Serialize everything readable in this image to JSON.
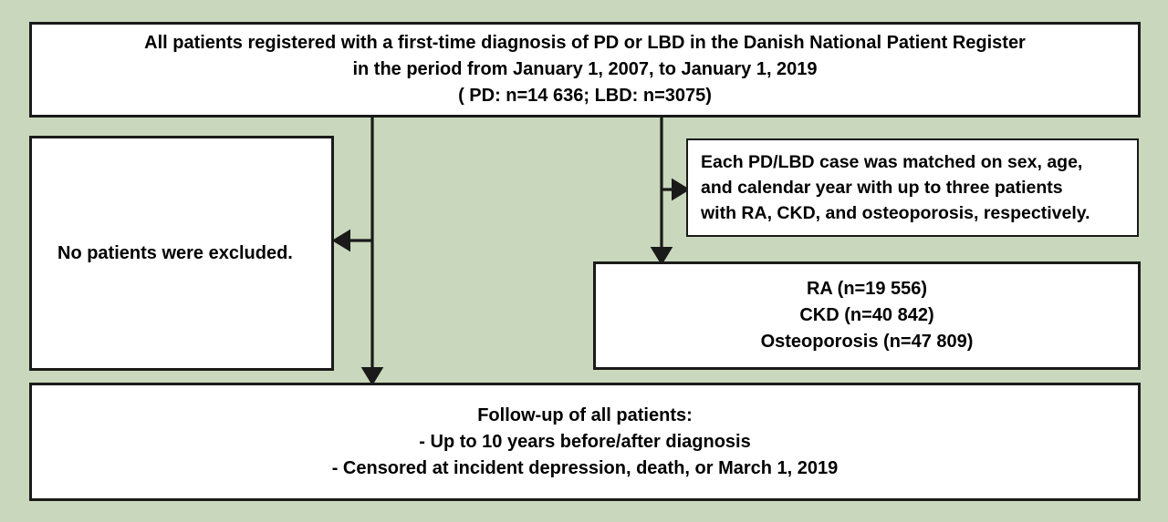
{
  "figure": {
    "type": "flowchart",
    "background_color": "#c9d8bc",
    "box_fill": "#ffffff",
    "box_border_color": "#1a1a1a"
  },
  "nodes": {
    "cohort": {
      "name": "source-population",
      "lines": [
        "All patients registered with a first-time diagnosis of PD or LBD in the Danish National Patient Register",
        "in the period from January 1, 2007, to January 1, 2019",
        "( PD: n=14 636; LBD: n=3075)"
      ]
    },
    "excluded": {
      "name": "exclusions",
      "lines": [
        "No patients were excluded."
      ]
    },
    "matching": {
      "name": "matching-description",
      "lines": [
        "Each PD/LBD case was matched on sex, age,",
        "and calendar year with up to three patients",
        "with RA, CKD, and osteoporosis, respectively."
      ]
    },
    "comparators": {
      "name": "comparator-cohorts",
      "lines": [
        "RA (n=19 556)",
        "CKD (n=40 842)",
        "Osteoporosis (n=47 809)"
      ]
    },
    "followup": {
      "name": "follow-up",
      "lines": [
        "Follow-up of all patients:",
        "- Up to 10 years before/after diagnosis",
        "- Censored at incident depression, death, or March 1, 2019"
      ]
    }
  },
  "chart_data": {
    "type": "table",
    "title": "Study flow diagram",
    "counts": [
      {
        "label": "PD",
        "n": 14636,
        "n_text": "n=14 636"
      },
      {
        "label": "LBD",
        "n": 3075,
        "n_text": "n=3075"
      },
      {
        "label": "RA",
        "n": 19556,
        "n_text": "n=19 556"
      },
      {
        "label": "CKD",
        "n": 40842,
        "n_text": "n=40 842"
      },
      {
        "label": "Osteoporosis",
        "n": 47809,
        "n_text": "n=47 809"
      }
    ],
    "period_start": "January 1, 2007",
    "period_end": "January 1, 2019",
    "censoring_date": "March 1, 2019",
    "follow_up_years": 10
  }
}
